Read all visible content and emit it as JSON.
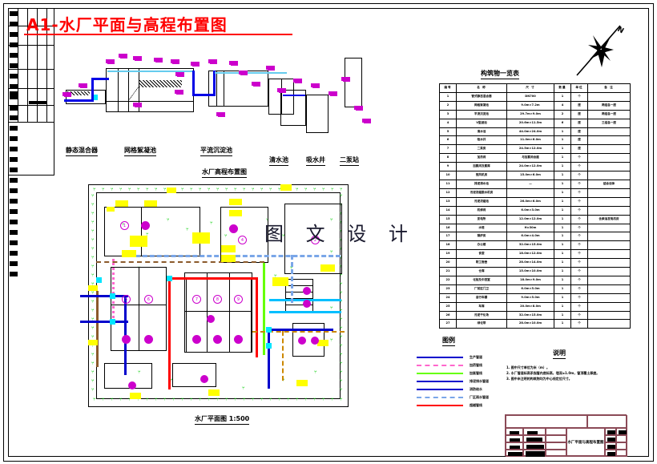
{
  "document": {
    "title": "A1-水厂平面与高程布置图",
    "watermark": "图 文 设 计",
    "sheet_size": "A1"
  },
  "profile": {
    "caption": "水厂高程布置图",
    "structure_labels": [
      {
        "label": "静态混合器"
      },
      {
        "label": "网格絮凝池"
      },
      {
        "label": "平流沉淀池"
      },
      {
        "label": "清水池"
      },
      {
        "label": "吸水井"
      },
      {
        "label": "二泵站"
      }
    ]
  },
  "plan": {
    "caption": "水厂平面图 1:500"
  },
  "compass": {
    "north_label": "N",
    "icon": "compass-rose-icon"
  },
  "structures_table": {
    "title": "构筑物一览表",
    "headers": [
      "编号",
      "名  称",
      "尺  寸",
      "数量",
      "单位",
      "备  注"
    ],
    "rows": [
      [
        "1",
        "管式静态混合器",
        "DN700",
        "1",
        "个",
        ""
      ],
      [
        "2",
        "网格絮凝池",
        "9.0m×7.2m",
        "4",
        "座",
        "两组各一座"
      ],
      [
        "3",
        "平流沉淀池",
        "29.7m×9.0m",
        "2",
        "座",
        "两组各一座"
      ],
      [
        "4",
        "V型滤池",
        "20.6m×11.5m",
        "6",
        "座",
        "三组各一座"
      ],
      [
        "5",
        "清水池",
        "44.0m×24.0m",
        "1",
        "座",
        ""
      ],
      [
        "6",
        "吸水井",
        "11.0m×6.0m",
        "1",
        "座",
        ""
      ],
      [
        "7",
        "二泵房",
        "24.5m×12.0m",
        "1",
        "座",
        ""
      ],
      [
        "8",
        "加药间",
        "与加氯间合建",
        "1",
        "个",
        ""
      ],
      [
        "9",
        "加氯间及氯库",
        "24.0m×12.0m",
        "1",
        "个",
        ""
      ],
      [
        "10",
        "鼓风机房",
        "15.0m×6.0m",
        "1",
        "个",
        ""
      ],
      [
        "11",
        "排泥排水池",
        "—",
        "1",
        "个",
        "结合池体"
      ],
      [
        "12",
        "污泥浓缩脱水机房",
        "",
        "1",
        "个",
        ""
      ],
      [
        "13",
        "污泥浓缩池",
        "26.0m×6.0m",
        "1",
        "个",
        ""
      ],
      [
        "14",
        "机修间",
        "6.0m×3.0m",
        "1",
        "个",
        ""
      ],
      [
        "15",
        "变电所",
        "12.0m×12.0m",
        "1",
        "个",
        "含柴油发电机房"
      ],
      [
        "16",
        "水塔",
        "H=30m",
        "1",
        "个",
        ""
      ],
      [
        "17",
        "锅炉房",
        "6.0m×4.0m",
        "1",
        "个",
        ""
      ],
      [
        "18",
        "办公楼",
        "32.0m×15.0m",
        "1",
        "个",
        ""
      ],
      [
        "19",
        "食堂",
        "18.0m×12.0m",
        "1",
        "个",
        ""
      ],
      [
        "20",
        "职工宿舍",
        "28.0m×14.0m",
        "1",
        "个",
        ""
      ],
      [
        "21",
        "仓库",
        "15.0m×10.0m",
        "1",
        "个",
        ""
      ],
      [
        "22",
        "化验及中控室",
        "18.0m×9.0m",
        "1",
        "个",
        ""
      ],
      [
        "23",
        "厂前区门卫",
        "6.0m×5.0m",
        "1",
        "个",
        ""
      ],
      [
        "24",
        "自行车棚",
        "9.0m×5.0m",
        "1",
        "个",
        ""
      ],
      [
        "25",
        "车库",
        "20.0m×8.0m",
        "1",
        "个",
        ""
      ],
      [
        "26",
        "污泥干化场",
        "32.0m×15.0m",
        "1",
        "个",
        ""
      ],
      [
        "27",
        "绿化带",
        "28.0m×10.0m",
        "1",
        "个",
        ""
      ]
    ]
  },
  "legend": {
    "title": "图例",
    "items": [
      {
        "label": "生产管道",
        "color": "#0000cc",
        "style": "solid"
      },
      {
        "label": "加药管线",
        "color": "#ff66cc",
        "style": "dashdot"
      },
      {
        "label": "加氯管线",
        "color": "#66ff00",
        "style": "solid"
      },
      {
        "label": "排泥排水管道",
        "color": "#0000cc",
        "style": "solid"
      },
      {
        "label": "消防给水",
        "color": "#0000cc",
        "style": "solid"
      },
      {
        "label": "厂区雨水管道",
        "color": "#7aa6e8",
        "style": "dashdot"
      },
      {
        "label": "超越管线",
        "color": "#ff0000",
        "style": "solid"
      }
    ]
  },
  "notes": {
    "title": "说明",
    "lines": [
      "1. 图中尺寸单位为米（m）。",
      "2. 水厂管道标高系指管内底标高，埋深≥1.0m，管顶覆土厚度。",
      "3. 图中未注明的构筑物均为中心线定位尺寸。"
    ]
  },
  "title_block": {
    "drawing_name": "水厂平面与高程布置图"
  }
}
